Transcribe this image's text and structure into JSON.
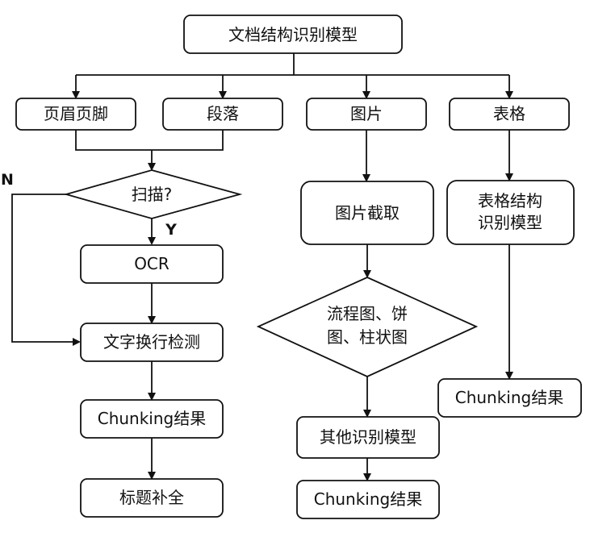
{
  "nodes": {
    "root": "文档结构识别模型",
    "header_footer": "页眉页脚",
    "paragraph": "段落",
    "image": "图片",
    "table": "表格",
    "scan": "扫描?",
    "ocr": "OCR",
    "wrap_detect": "文字换行检测",
    "chunk_left": "Chunking结果",
    "title_fill": "标题补全",
    "image_crop": "图片截取",
    "chart_type_line1": "流程图、饼",
    "chart_type_line2": "图、柱状图",
    "other_model": "其他识别模型",
    "chunk_mid": "Chunking结果",
    "table_model_line1": "表格结构",
    "table_model_line2": "识别模型",
    "chunk_right": "Chunking结果"
  },
  "edge_labels": {
    "yes": "Y",
    "no": "N"
  }
}
